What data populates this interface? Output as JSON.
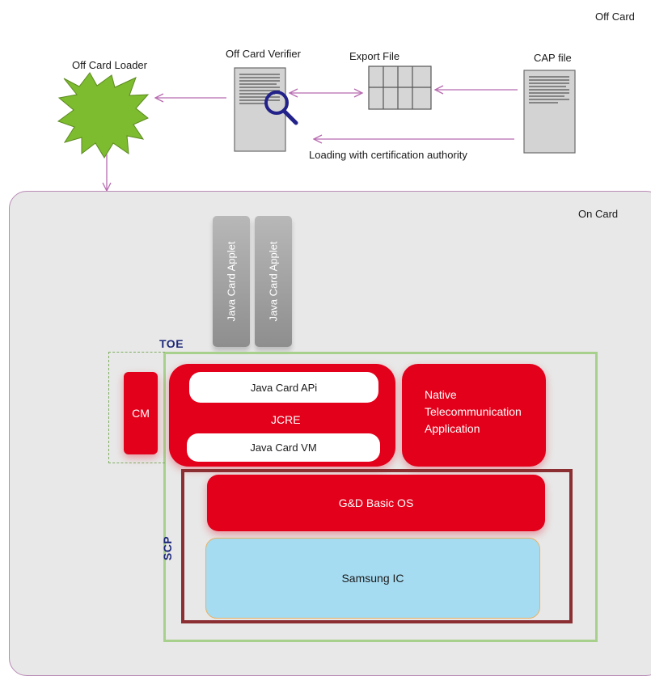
{
  "labels": {
    "off_card": "Off Card",
    "off_card_loader": "Off Card Loader",
    "off_card_verifier": "Off Card Verifier",
    "export_file": "Export File",
    "cap_file": "CAP file",
    "loading_ca": "Loading with certification authority",
    "on_card": "On Card"
  },
  "applets": [
    "Java Card Applet",
    "Java Card Applet"
  ],
  "blocks": {
    "toe": "TOE",
    "scp": "SCP",
    "cm": "CM",
    "java_card_api": "Java Card APi",
    "jcre": "JCRE",
    "java_card_vm": "Java Card VM",
    "native_app_lines": [
      "Native",
      "Telecommunication",
      "Application"
    ],
    "gd_basic_os": "G&D Basic OS",
    "samsung_ic": "Samsung IC"
  },
  "colors": {
    "red": "#e2001a",
    "arrow": "#b86bb0",
    "loader_fill": "#7dbb2f",
    "toe_border": "#a8d08d",
    "scp_border": "#8b2f33",
    "ic_fill": "#a6dcf2",
    "label_blue": "#1e2a7a"
  },
  "icons": [
    "loader-star-icon",
    "document-icon",
    "magnifier-icon",
    "table-icon"
  ]
}
